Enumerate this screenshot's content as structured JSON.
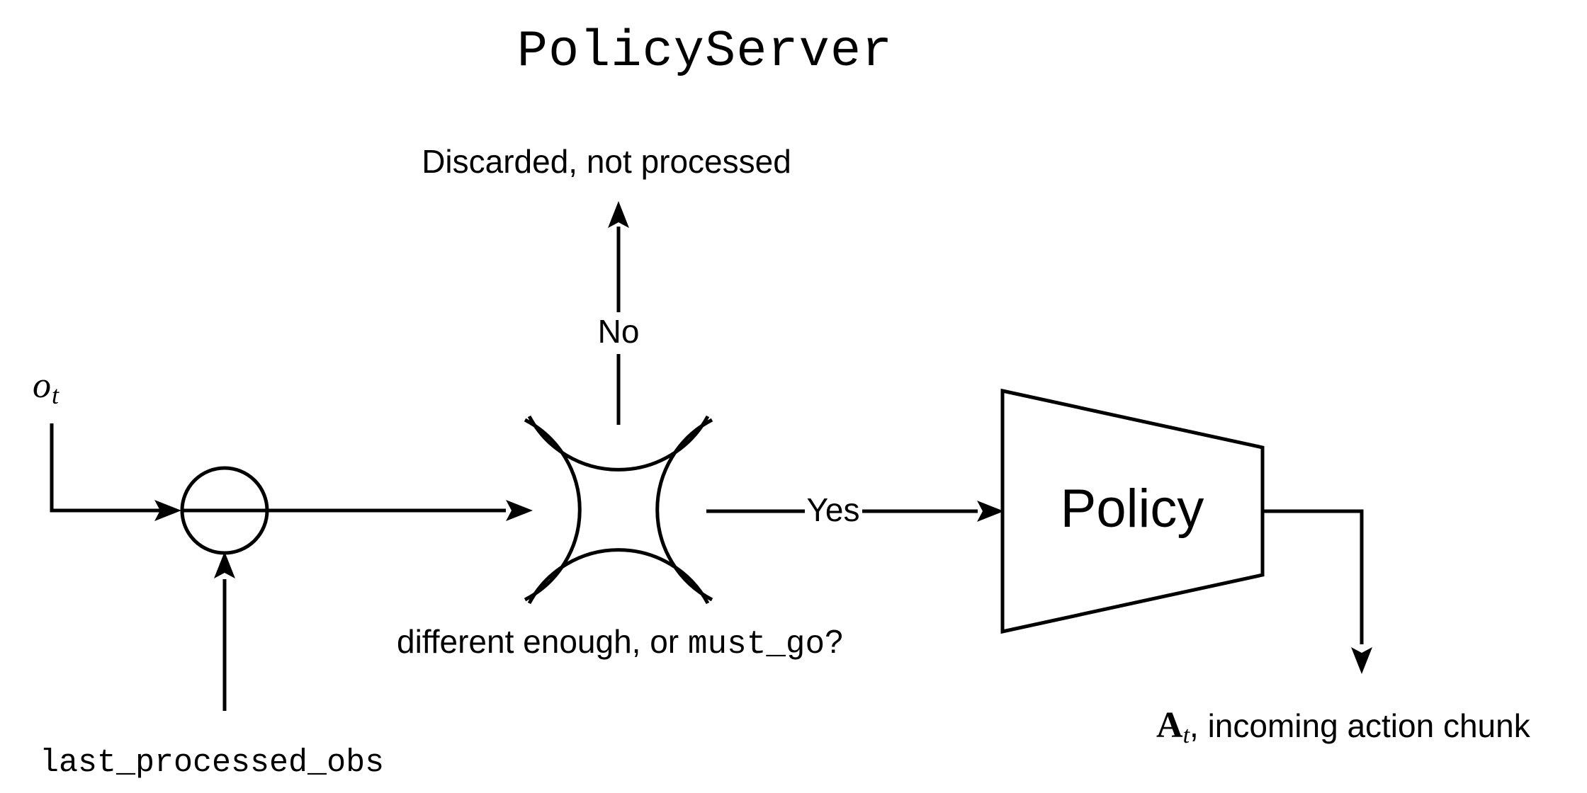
{
  "title": "PolicyServer",
  "colors": {
    "ink": "#000000",
    "background": "#ffffff"
  },
  "labels": {
    "discarded": "Discarded, not processed",
    "no": "No",
    "yes": "Yes",
    "observation": {
      "base": "o",
      "sub": "t"
    },
    "condition": {
      "prefix": "different enough, or ",
      "mono": "must_go",
      "suffix": "?"
    },
    "policy": "Policy",
    "last_processed": "last_processed_obs",
    "action": {
      "base": "A",
      "sub": "t",
      "rest": ", incoming action chunk"
    }
  }
}
